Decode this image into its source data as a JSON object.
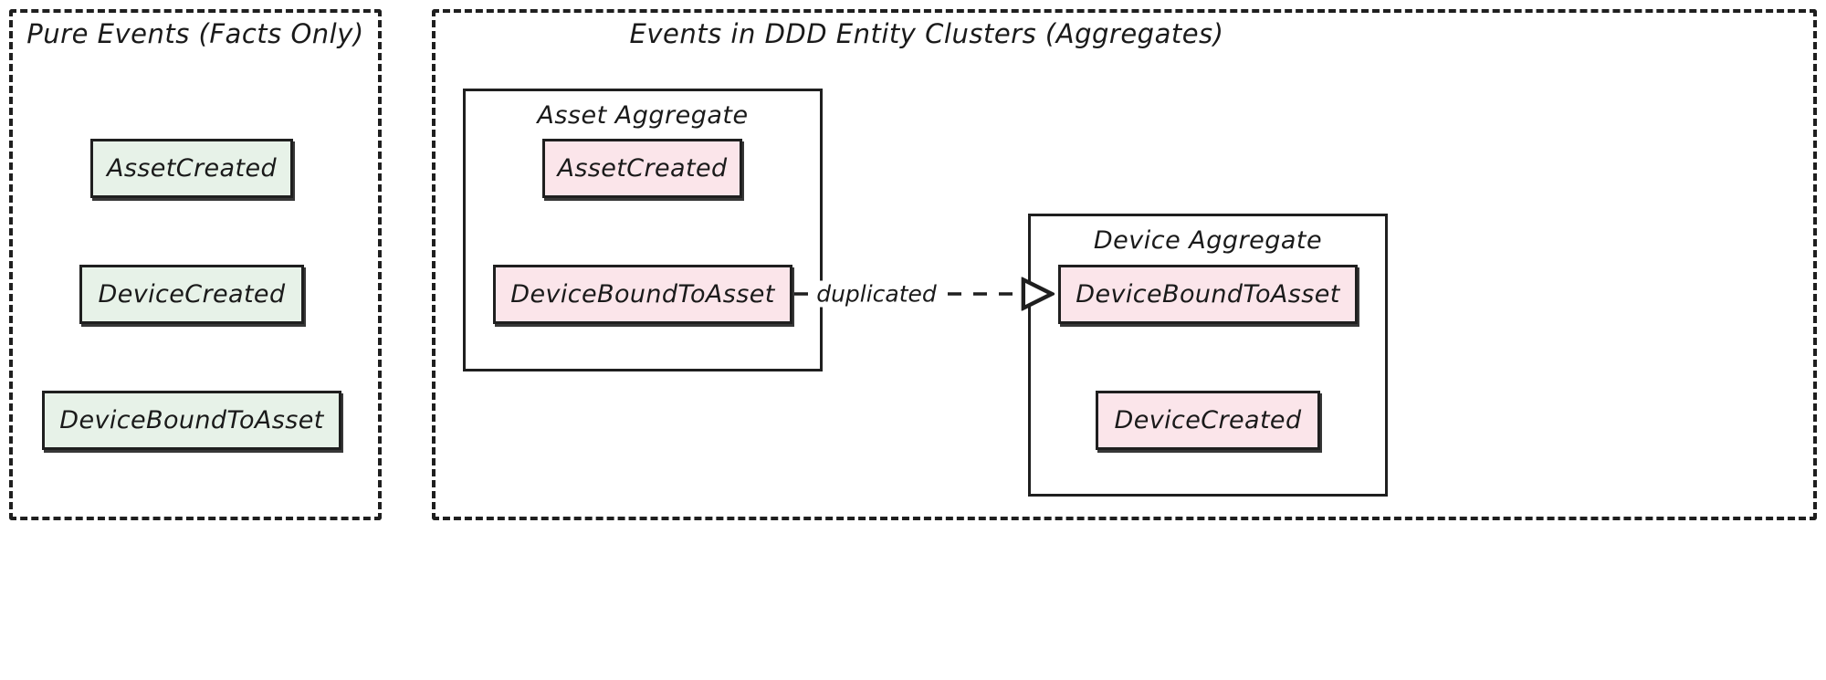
{
  "diagram": {
    "title_left": "Pure Events (Facts Only)",
    "title_right": "Events in DDD Entity Clusters (Aggregates)",
    "colors": {
      "green_fill": "#e7f2e8",
      "pink_fill": "#fbe5ea",
      "stroke": "#1f1f1f",
      "background": "#ffffff"
    }
  },
  "left_panel": {
    "title": "Pure Events (Facts Only)",
    "nodes": [
      {
        "label": "AssetCreated",
        "fill": "green"
      },
      {
        "label": "DeviceCreated",
        "fill": "green"
      },
      {
        "label": "DeviceBoundToAsset",
        "fill": "green"
      }
    ]
  },
  "right_panel": {
    "title": "Events in DDD Entity Clusters (Aggregates)",
    "aggregates": [
      {
        "title": "Asset Aggregate",
        "nodes": [
          {
            "label": "AssetCreated",
            "fill": "pink"
          },
          {
            "label": "DeviceBoundToAsset",
            "fill": "pink"
          }
        ]
      },
      {
        "title": "Device Aggregate",
        "nodes": [
          {
            "label": "DeviceBoundToAsset",
            "fill": "pink"
          },
          {
            "label": "DeviceCreated",
            "fill": "pink"
          }
        ]
      }
    ],
    "edges": [
      {
        "label": "duplicated",
        "from": "asset-aggregate-device-bound-to-asset",
        "to": "device-aggregate-device-bound-to-asset",
        "style": "dashed",
        "arrowhead": "hollow-triangle"
      }
    ]
  }
}
